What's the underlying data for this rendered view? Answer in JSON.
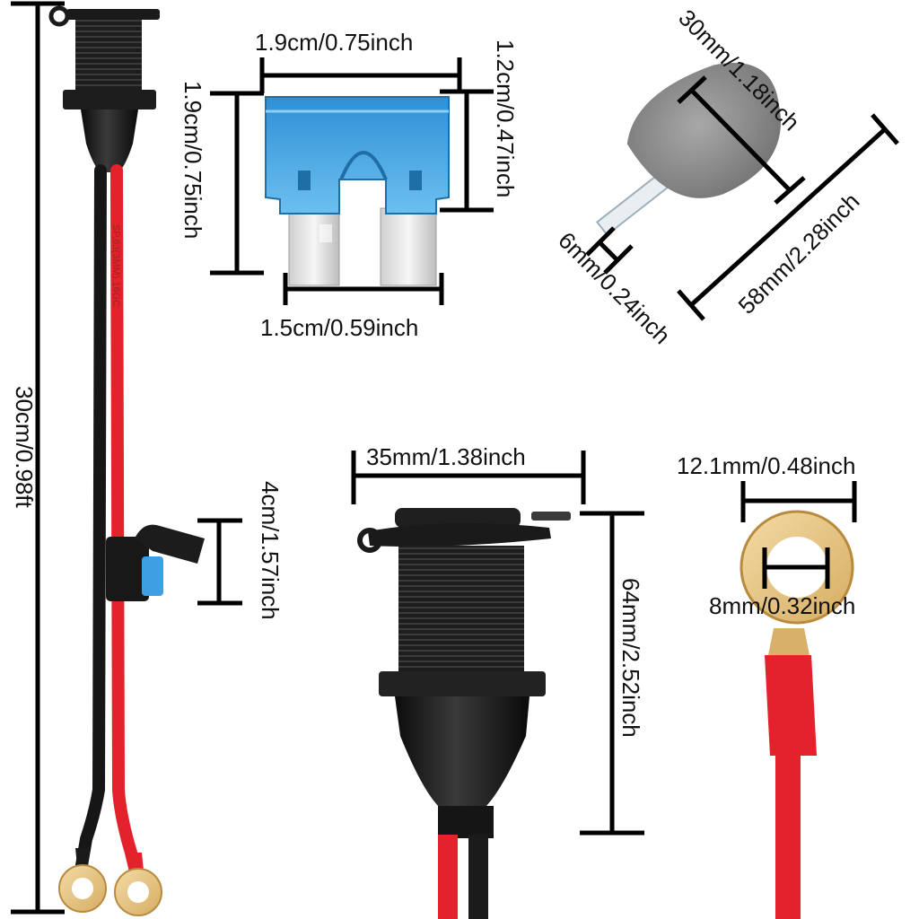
{
  "colors": {
    "wire_red": "#e3222b",
    "wire_black": "#1b1b1b",
    "fuse_blue": "#3e9ee0",
    "brass": "#e6c583",
    "stone_gray": "#8e8e8e",
    "dim_line": "#000000"
  },
  "components": {
    "cable_harness": {
      "name": "cable-harness",
      "cable_print": "SP,63(3MM) 16GC"
    },
    "fuse": {
      "name": "blade-fuse"
    },
    "air_stone": {
      "name": "air-stone"
    },
    "socket": {
      "name": "socket"
    },
    "ring_terminal": {
      "name": "ring-terminal"
    }
  },
  "dimensions": {
    "cable_length": "30cm/0.98ft",
    "fuse_holder_length": "4cm/1.57inch",
    "fuse_width": "1.9cm/0.75inch",
    "fuse_height": "1.9cm/0.75inch",
    "fuse_body_height": "1.2cm/0.47inch",
    "fuse_blade_span": "1.5cm/0.59inch",
    "stone_diameter": "30mm/1.18inch",
    "stone_length": "58mm/2.28inch",
    "stem_diameter": "6mm/0.24inch",
    "socket_width": "35mm/1.38inch",
    "socket_height": "64mm/2.52inch",
    "ring_outer": "12.1mm/0.48inch",
    "ring_inner": "8mm/0.32inch"
  }
}
